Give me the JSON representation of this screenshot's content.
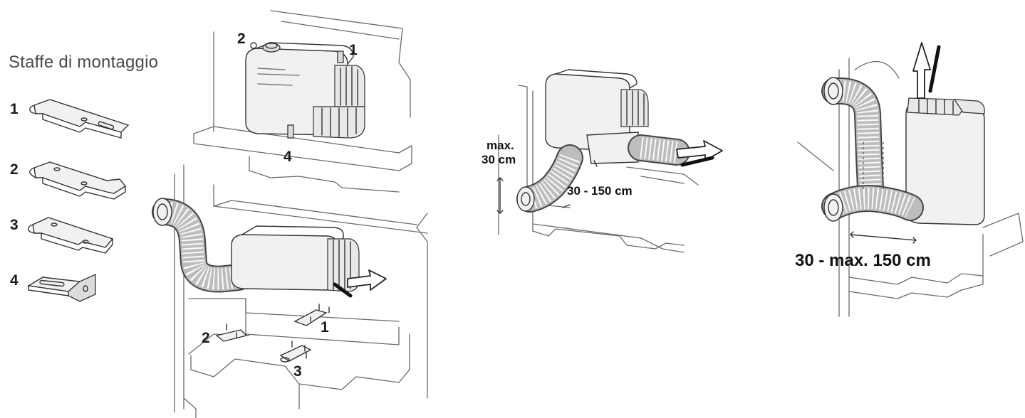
{
  "title": "Staffe di montaggio",
  "brackets": [
    {
      "number": "1"
    },
    {
      "number": "2"
    },
    {
      "number": "3"
    },
    {
      "number": "4"
    }
  ],
  "upper_unit_labels": [
    "2",
    "1",
    "4"
  ],
  "floor_bracket_labels": [
    "1",
    "2",
    "3"
  ],
  "side_install": {
    "max_height_line1": "max.",
    "max_height_line2": "30 cm",
    "length": "30 - 150 cm"
  },
  "vertical_install": {
    "length": "30 - max. 150 cm"
  }
}
